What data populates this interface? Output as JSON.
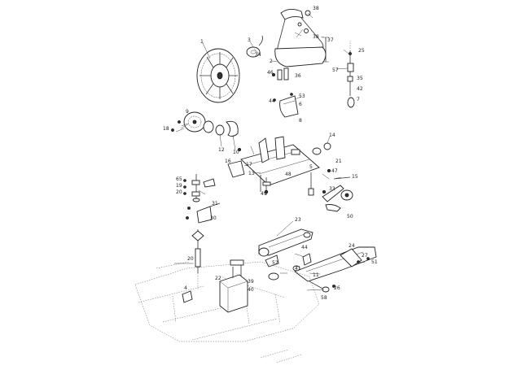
{
  "callouts": [
    {
      "id": "c1",
      "text": "1"
    },
    {
      "id": "c38a",
      "text": "38"
    },
    {
      "id": "c3a",
      "text": "3"
    },
    {
      "id": "c38b",
      "text": "38"
    },
    {
      "id": "c37",
      "text": "37"
    },
    {
      "id": "c34",
      "text": "34"
    },
    {
      "id": "c2",
      "text": "2"
    },
    {
      "id": "c25a",
      "text": "25"
    },
    {
      "id": "c57",
      "text": "57"
    },
    {
      "id": "c46",
      "text": "46"
    },
    {
      "id": "c36",
      "text": "36"
    },
    {
      "id": "c35",
      "text": "35"
    },
    {
      "id": "c42",
      "text": "42"
    },
    {
      "id": "c7a",
      "text": "7"
    },
    {
      "id": "c44a",
      "text": "44"
    },
    {
      "id": "c53",
      "text": "53"
    },
    {
      "id": "c6a",
      "text": "6"
    },
    {
      "id": "c8a",
      "text": "8"
    },
    {
      "id": "c9a",
      "text": "9"
    },
    {
      "id": "c18",
      "text": "18"
    },
    {
      "id": "c12a",
      "text": "12"
    },
    {
      "id": "c10a",
      "text": "10"
    },
    {
      "id": "c14",
      "text": "14"
    },
    {
      "id": "c17",
      "text": "17"
    },
    {
      "id": "c16",
      "text": "16"
    },
    {
      "id": "c13",
      "text": "13"
    },
    {
      "id": "c48",
      "text": "48"
    },
    {
      "id": "c47",
      "text": "47"
    },
    {
      "id": "c21",
      "text": "21"
    },
    {
      "id": "c15",
      "text": "15"
    },
    {
      "id": "c5",
      "text": "5"
    },
    {
      "id": "c33",
      "text": "33"
    },
    {
      "id": "c49",
      "text": "49"
    },
    {
      "id": "c50",
      "text": "50"
    },
    {
      "id": "c65",
      "text": "65"
    },
    {
      "id": "c19",
      "text": "19"
    },
    {
      "id": "c20a",
      "text": "20"
    },
    {
      "id": "c31",
      "text": "31"
    },
    {
      "id": "c30",
      "text": "30"
    },
    {
      "id": "c23",
      "text": "23"
    },
    {
      "id": "c44b",
      "text": "44"
    },
    {
      "id": "c24",
      "text": "24"
    },
    {
      "id": "c20b",
      "text": "20"
    },
    {
      "id": "c52",
      "text": "52"
    },
    {
      "id": "c41",
      "text": "41"
    },
    {
      "id": "c22",
      "text": "22"
    },
    {
      "id": "c4",
      "text": "4"
    },
    {
      "id": "c39",
      "text": "39"
    },
    {
      "id": "c40",
      "text": "40"
    },
    {
      "id": "c58",
      "text": "58"
    },
    {
      "id": "c27",
      "text": "27"
    },
    {
      "id": "c51",
      "text": "51"
    },
    {
      "id": "c11",
      "text": "11"
    },
    {
      "id": "c26",
      "text": "26"
    }
  ]
}
